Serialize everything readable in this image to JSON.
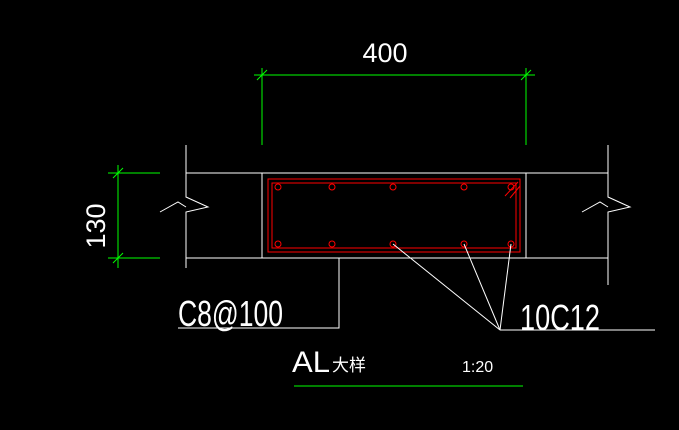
{
  "drawing": {
    "colors": {
      "background": "#000000",
      "outline": "#ffffff",
      "dimension": "#00ff00",
      "rebar": "#ff0000"
    },
    "dimensions": {
      "width_label": "400",
      "height_label": "130"
    },
    "annotations": {
      "stirrup_label": "C8@100",
      "longitudinal_label": "10C12"
    },
    "title": {
      "main": "AL",
      "sub": "大样",
      "scale": "1:20"
    }
  }
}
